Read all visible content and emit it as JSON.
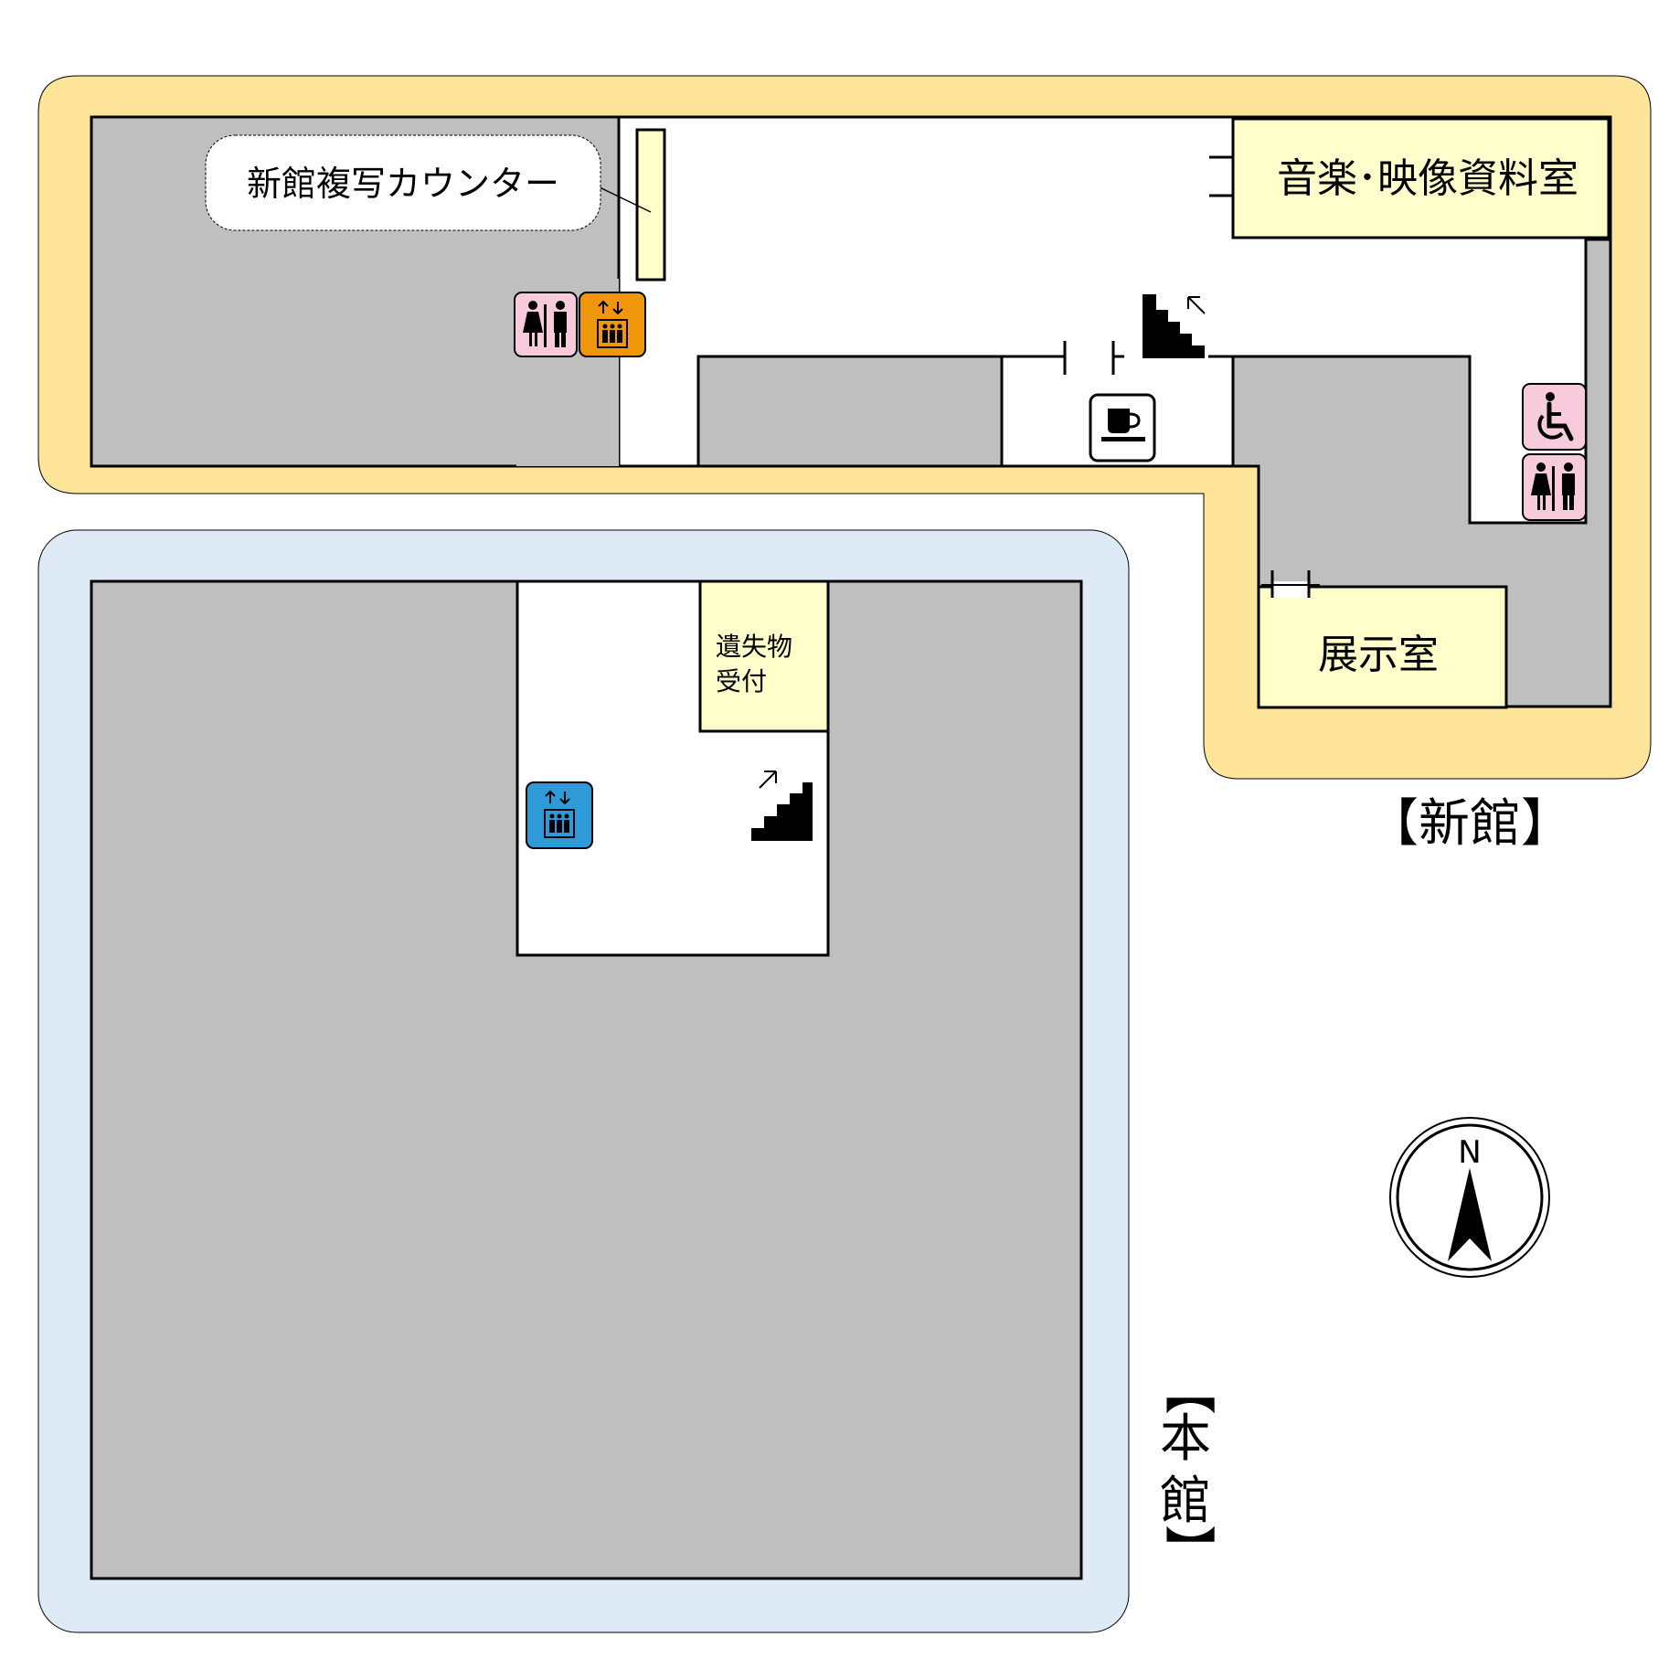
{
  "buildings": {
    "new": {
      "label": "【新館】"
    },
    "main": {
      "label": "【本館】",
      "chars": [
        "【",
        "本",
        "館",
        "】"
      ]
    }
  },
  "rooms": {
    "copy_counter": "新館複写カウンター",
    "music_video": "音楽･映像資料室",
    "exhibition": "展示室",
    "lost_found": {
      "line1": "遺失物",
      "line2": "受付"
    }
  },
  "compass": {
    "north": "N"
  },
  "colors": {
    "new_building_bg": "#fee599",
    "main_building_bg": "#deeaf6",
    "area_gray": "#bfbfbf",
    "room_yellow": "#ffffcc",
    "restroom_pink": "#f8cbdc",
    "elevator_orange": "#f0960a",
    "elevator_blue": "#2e9ad8"
  },
  "icons": [
    "restroom-icon",
    "elevator-icon",
    "stairs-icon",
    "cafe-icon",
    "wheelchair-icon",
    "compass-icon"
  ]
}
